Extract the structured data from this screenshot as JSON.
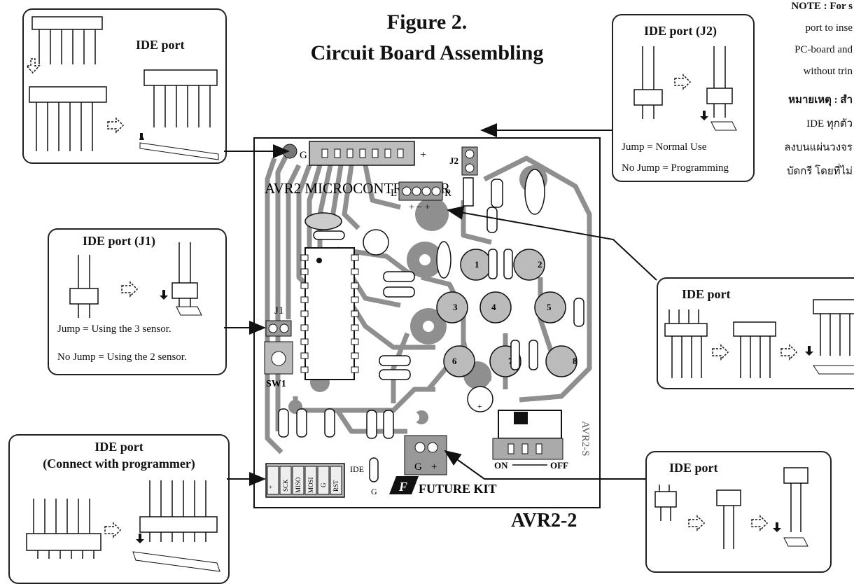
{
  "figure_label": "Figure 2.",
  "figure_title": "Circuit Board Assembling",
  "note_en": [
    "NOTE : For s",
    "port to inse",
    "PC-board and",
    "without trin"
  ],
  "note_th": [
    "หมายเหตุ : สำ",
    "IDE ทุกตัว",
    "ลงบนแผ่นวงจร",
    "บัดกรี โดยที่ไม่"
  ],
  "model": "AVR2-2",
  "callouts": {
    "top_left": {
      "title": "IDE port"
    },
    "j2": {
      "title": "IDE port (J2)",
      "line1": "Jump = Normal Use",
      "line2": "No Jump = Programming"
    },
    "j1": {
      "title": "IDE port (J1)",
      "line1": "Jump = Using the 3 sensor.",
      "line2": "No Jump = Using the 2 sensor."
    },
    "programmer": {
      "title": "IDE port",
      "subtitle": "(Connect with programmer)"
    },
    "right_mid": {
      "title": "IDE port"
    },
    "bottom_right": {
      "title": "IDE port"
    }
  },
  "board": {
    "name": "AVR2 MICROCONTROLLER",
    "brand": "FUTURE KIT",
    "side_code": "AVR2-S",
    "j1_label": "J1",
    "j2_label": "J2",
    "sw_label": "SW1",
    "ide_label": "IDE",
    "g_label": "G",
    "top_g": "G",
    "top_plus": "+",
    "power_g": "G",
    "power_plus": "+",
    "lr_left": "L",
    "lr_right": "R",
    "lr_signs": "+  −  +",
    "on": "ON",
    "off": "OFF",
    "prog_pins": [
      "+",
      "SCK",
      "MISO",
      "MOSI",
      "G",
      "RST"
    ],
    "sensors": [
      "1",
      "2",
      "3",
      "4",
      "5",
      "6",
      "7",
      "8"
    ]
  },
  "colors": {
    "board": "#c9c9c9",
    "trace": "#8c8c8c",
    "ink": "#111111"
  }
}
